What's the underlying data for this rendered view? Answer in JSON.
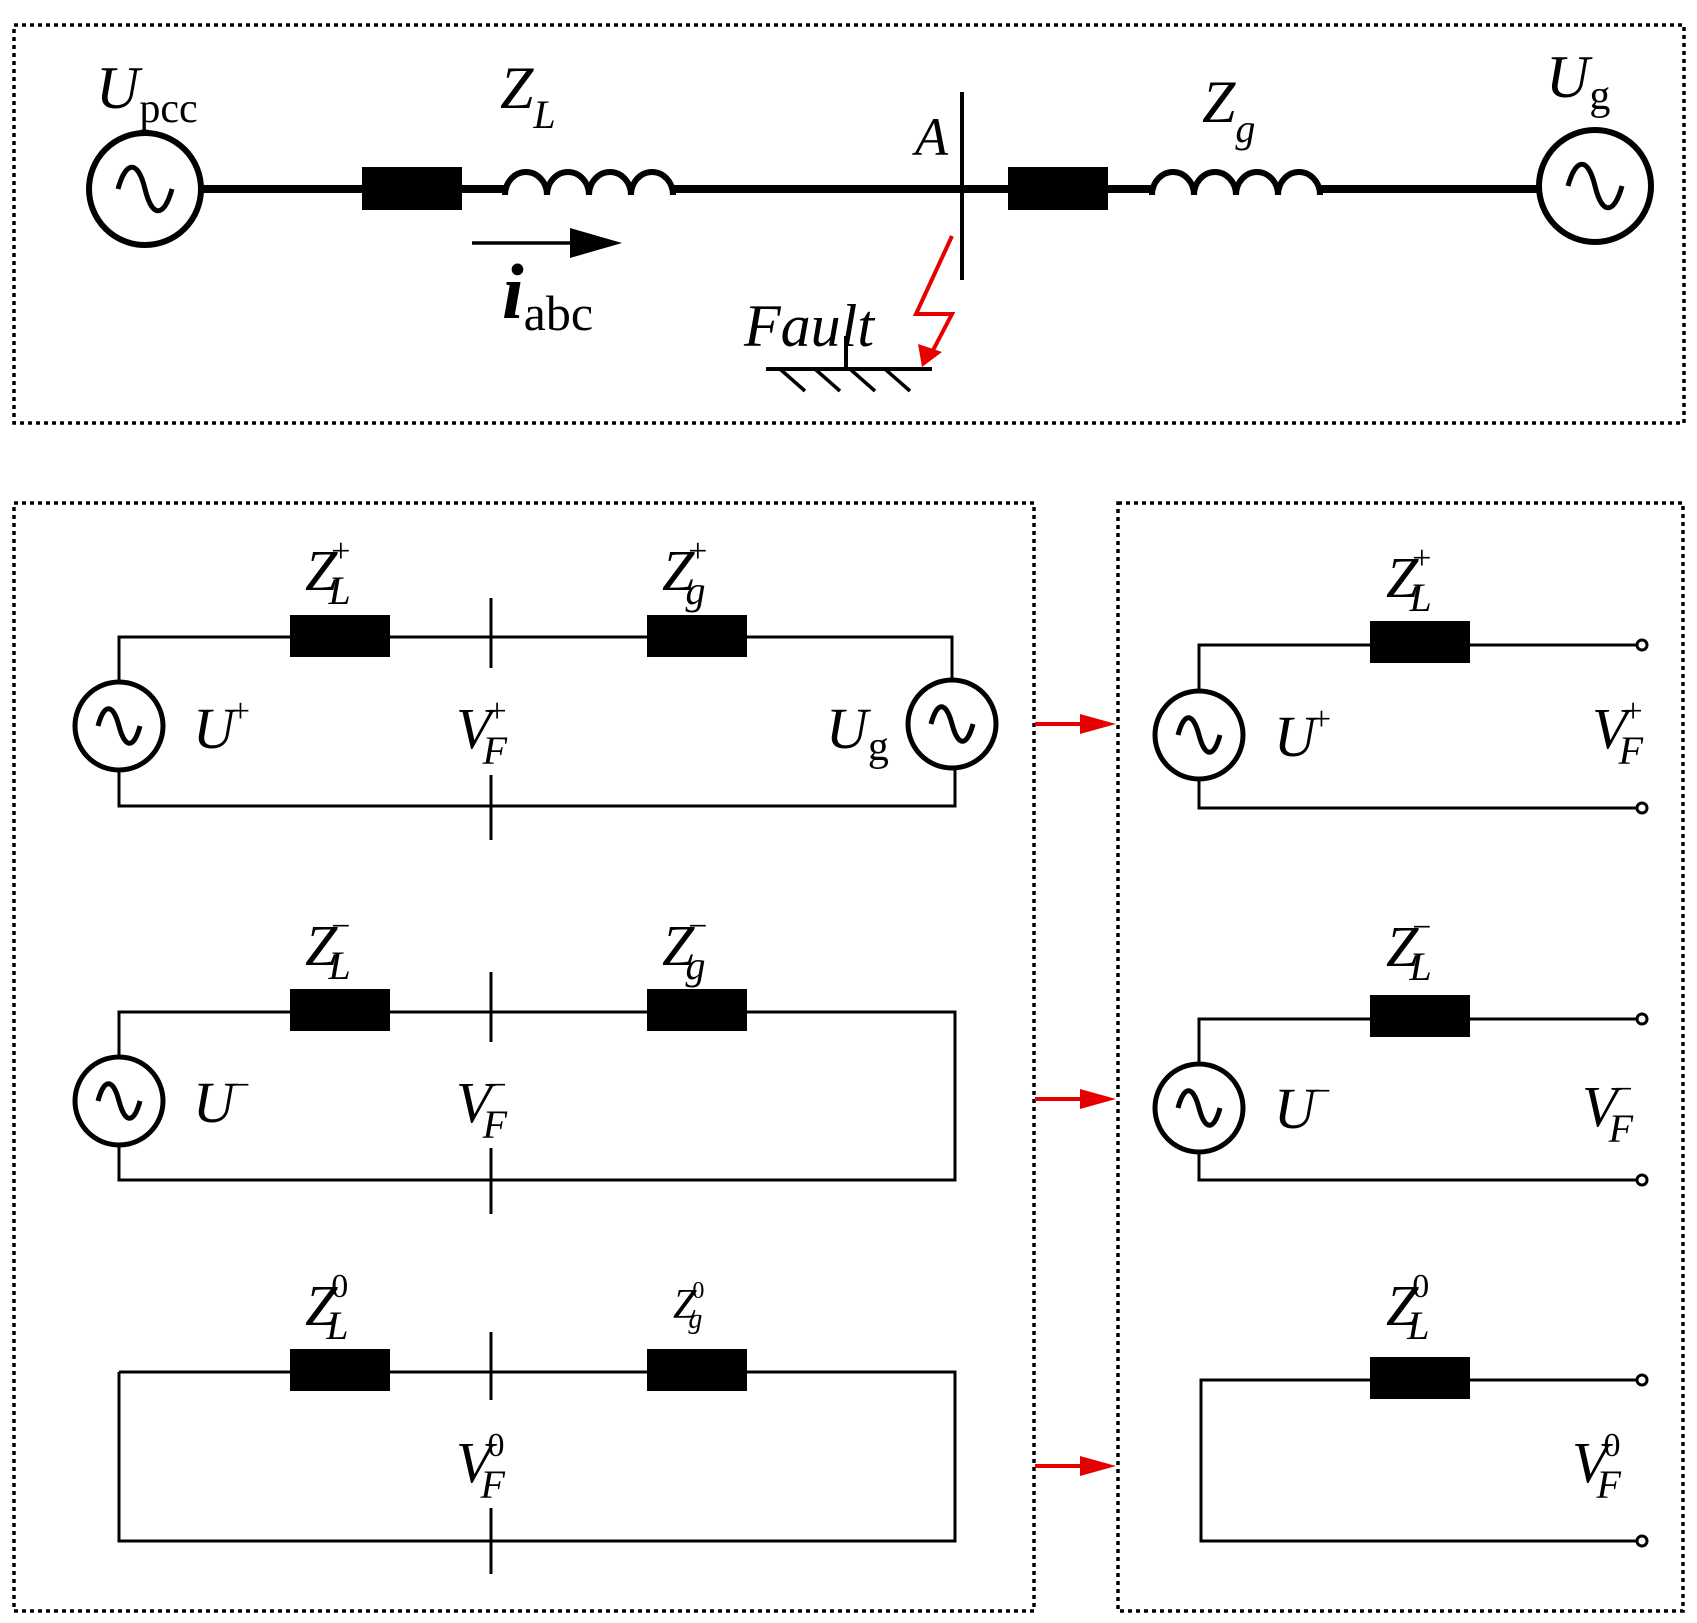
{
  "top": {
    "source_left": {
      "main": "U",
      "sub": "pcc"
    },
    "source_right": {
      "main": "U",
      "sub": "g"
    },
    "line_impedance": {
      "main": "Z",
      "sub": "L"
    },
    "grid_impedance": {
      "main": "Z",
      "sub": "g"
    },
    "bus": "A",
    "current": {
      "main": "i",
      "sub": "abc"
    },
    "fault": "Fault"
  },
  "left_panel": {
    "positive": {
      "zl": {
        "main": "Z",
        "sup": "+",
        "sub": "L"
      },
      "zg": {
        "main": "Z",
        "sup": "+",
        "sub": "g"
      },
      "u": {
        "main": "U",
        "sup": "+"
      },
      "v": {
        "main": "V",
        "sup": "+",
        "sub": "F"
      },
      "ug": {
        "main": "U",
        "sub": "g"
      }
    },
    "negative": {
      "zl": {
        "main": "Z",
        "sup": "−",
        "sub": "L"
      },
      "zg": {
        "main": "Z",
        "sup": "−",
        "sub": "g"
      },
      "u": {
        "main": "U",
        "sup": "−"
      },
      "v": {
        "main": "V",
        "sup": "−",
        "sub": "F"
      }
    },
    "zero": {
      "zl": {
        "main": "Z",
        "sup": "0",
        "sub": "L"
      },
      "zg": {
        "main": "Z",
        "sup": "0",
        "sub": "g"
      },
      "v": {
        "main": "V",
        "sup": "0",
        "sub": "F"
      }
    }
  },
  "right_panel": {
    "positive": {
      "zl": {
        "main": "Z",
        "sup": "+",
        "sub": "L"
      },
      "u": {
        "main": "U",
        "sup": "+"
      },
      "v": {
        "main": "V",
        "sup": "+",
        "sub": "F"
      }
    },
    "negative": {
      "zl": {
        "main": "Z",
        "sup": "−",
        "sub": "L"
      },
      "u": {
        "main": "U",
        "sup": "−"
      },
      "v": {
        "main": "V",
        "sup": "−",
        "sub": "F"
      }
    },
    "zero": {
      "zl": {
        "main": "Z",
        "sup": "0",
        "sub": "L"
      },
      "v": {
        "main": "V",
        "sup": "0",
        "sub": "F"
      }
    }
  },
  "colors": {
    "line": "#000000",
    "fault_arrow": "#e60000",
    "transfer_arrow": "#e60000"
  }
}
